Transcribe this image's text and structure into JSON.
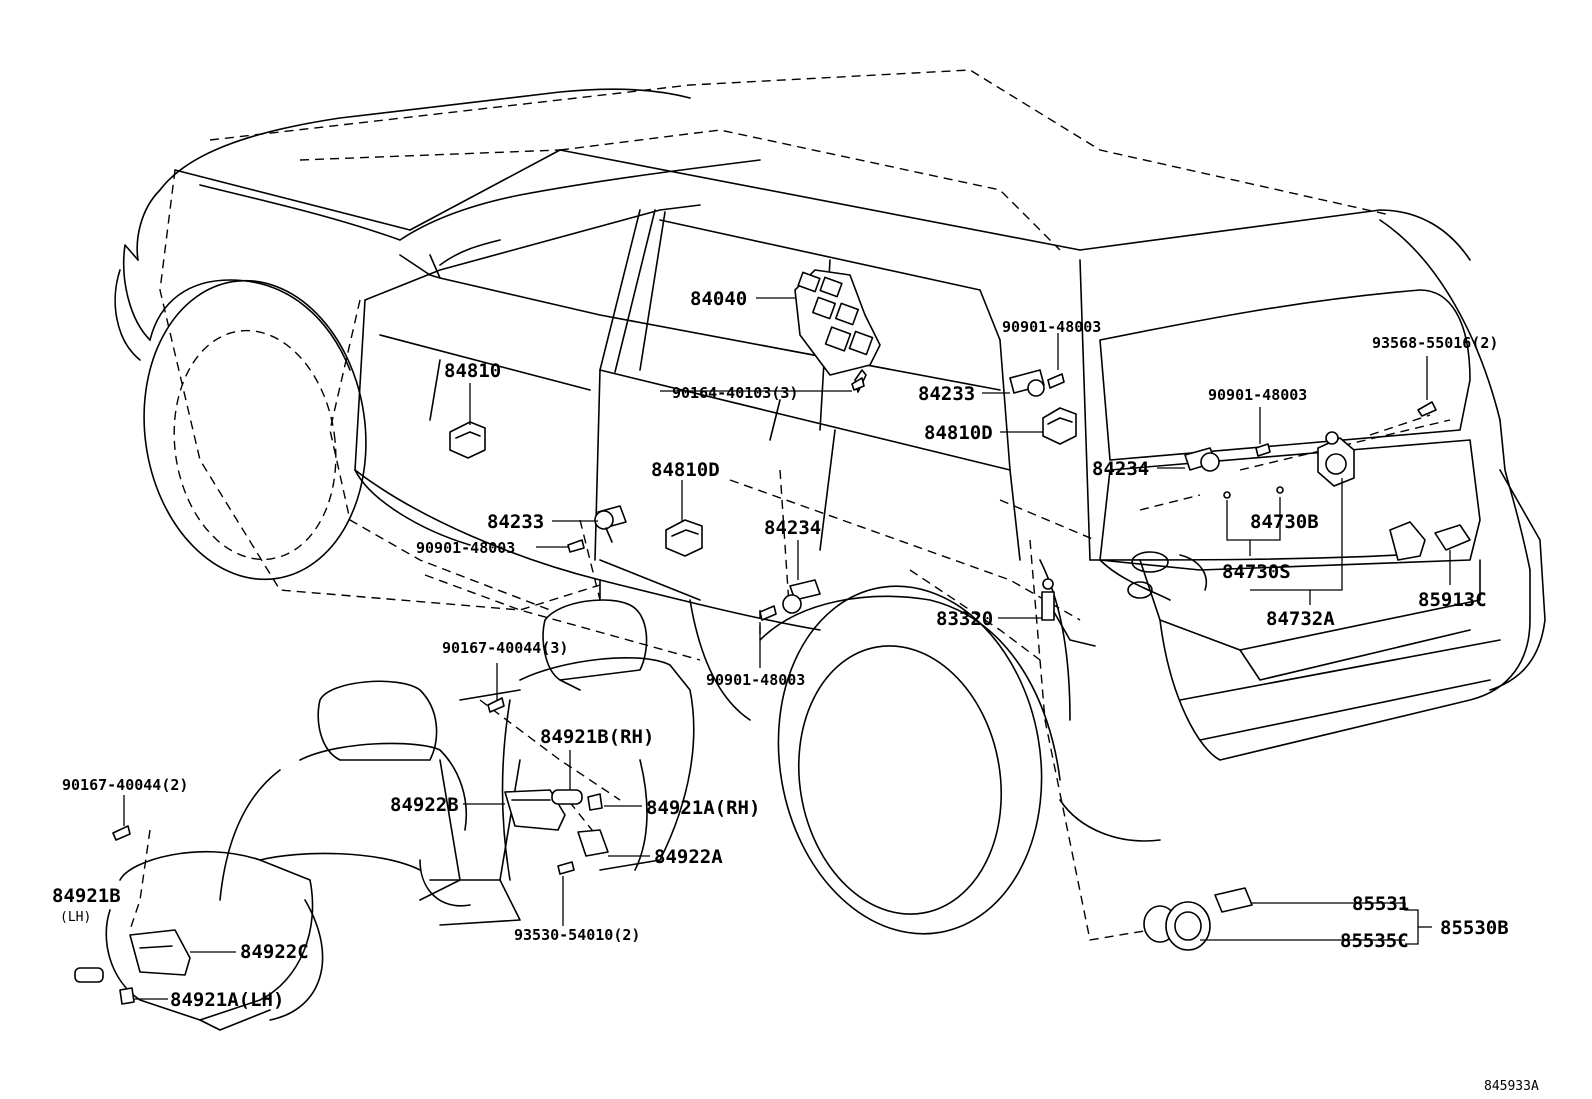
{
  "labels": {
    "p84040": "84040",
    "p90901_48003_top": "90901-48003",
    "p93568_55016": "93568-55016(2)",
    "p84810": "84810",
    "p90164_40103": "90164-40103(3)",
    "p84233_rear": "84233",
    "p84810D_rear": "84810D",
    "p90901_48003_right": "90901-48003",
    "p84234_right": "84234",
    "p84810D_mid": "84810D",
    "p84233_mid": "84233",
    "p90901_48003_mid": "90901-48003",
    "p84234_mid": "84234",
    "p84730B": "84730B",
    "p84730S": "84730S",
    "p84732A": "84732A",
    "p85913C": "85913C",
    "p83320": "83320",
    "p90167_40044_3": "90167-40044(3)",
    "p90901_48003_low": "90901-48003",
    "p84921B_RH": "84921B(RH)",
    "p84922B": "84922B",
    "p84921A_RH": "84921A(RH)",
    "p84922A": "84922A",
    "p90167_40044_2": "90167-40044(2)",
    "p84921B_LH": "84921B",
    "p84921B_LH_sub": "(LH)",
    "p84922C": "84922C",
    "p84921A_LH": "84921A(LH)",
    "p93530_54010": "93530-54010(2)",
    "p85531": "85531",
    "p85535C": "85535C",
    "p85530B": "85530B",
    "diagram_code": "845933A"
  }
}
